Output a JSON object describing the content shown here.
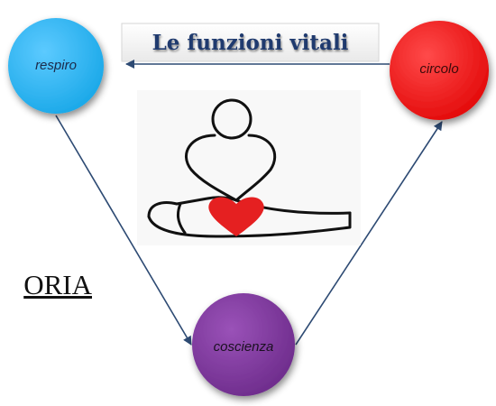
{
  "diagram": {
    "title": "Le funzioni vitali",
    "side_text": "ORIA",
    "nodes": [
      {
        "id": "respiro",
        "label": "respiro",
        "color": "#1aa8e8"
      },
      {
        "id": "circolo",
        "label": "circolo",
        "color": "#e30a0a"
      },
      {
        "id": "coscienza",
        "label": "coscienza",
        "color": "#6e2c8c"
      }
    ],
    "edges": [
      {
        "from": "circolo",
        "to": "respiro"
      },
      {
        "from": "respiro",
        "to": "coscienza"
      },
      {
        "from": "coscienza",
        "to": "circolo"
      }
    ],
    "center_image": "cpr-chest-compression-icon",
    "heart_color": "#e52021"
  }
}
